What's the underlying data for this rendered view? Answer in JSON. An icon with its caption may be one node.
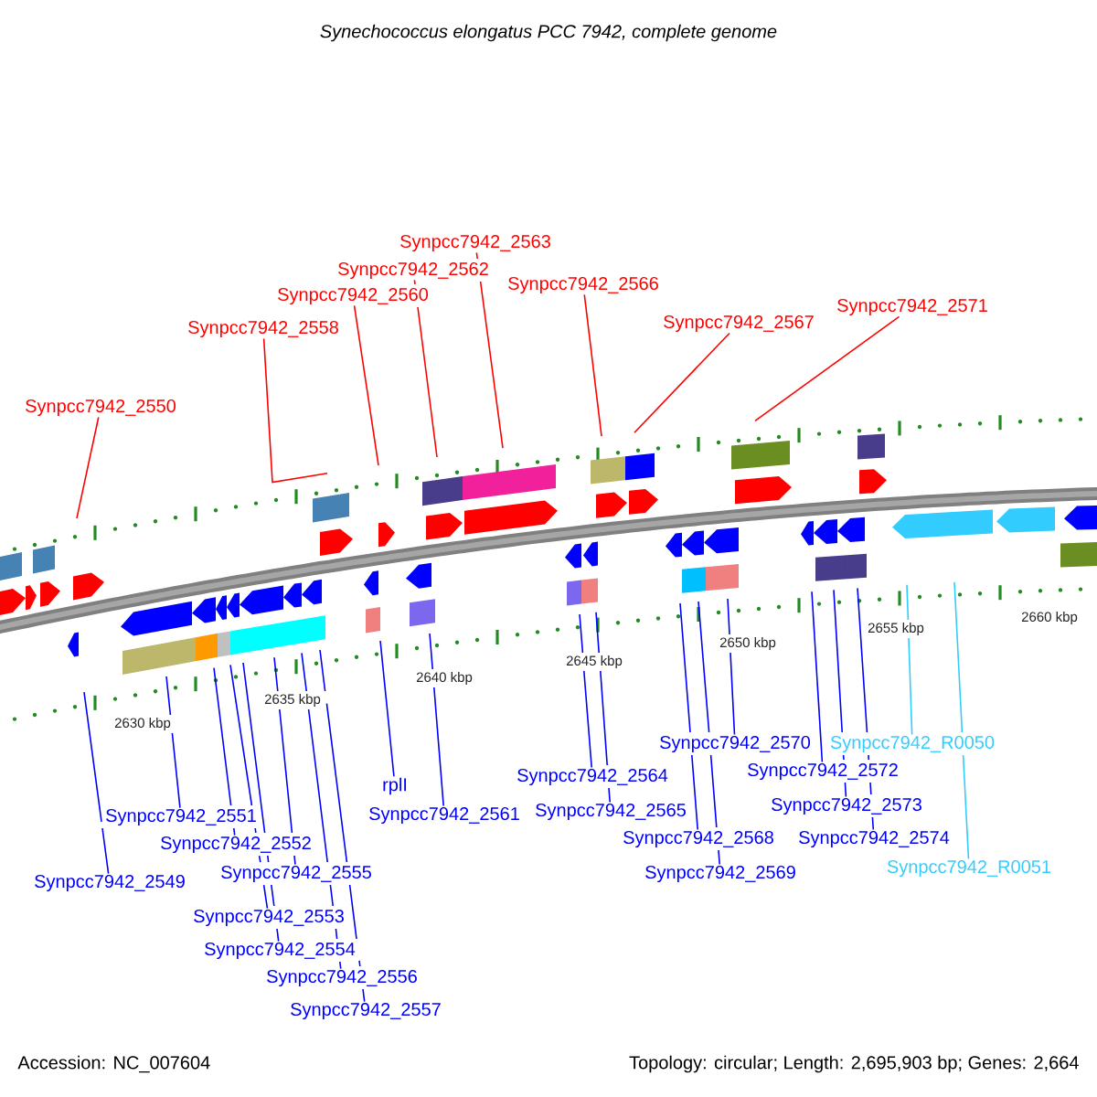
{
  "diagram": {
    "title": "*Synechococcus elongatus* PCC 7942, complete genome",
    "nodes": [
      {
        "text": [
          "Synpcc7942_2550"
        ]
      },
      {
        "text": [
          "Synpcc7942_2558"
        ]
      },
      {
        "text": [
          "Synpcc7942_2560"
        ]
      },
      {
        "text": [
          "Synpcc7942_2562"
        ]
      },
      {
        "text": [
          "Synpcc7942_2563"
        ]
      },
      {
        "text": [
          "Synpcc7942_2566"
        ]
      },
      {
        "text": [
          "Synpcc7942_2567"
        ]
      },
      {
        "text": [
          "Synpcc7942_2571"
        ]
      },
      {
        "text": [
          "Synpcc7942_2549"
        ]
      },
      {
        "text": [
          "Synpcc7942_2551"
        ]
      },
      {
        "text": [
          "Synpcc7942_2552"
        ]
      },
      {
        "text": [
          "Synpcc7942_2553"
        ]
      },
      {
        "text": [
          "Synpcc7942_2554"
        ]
      },
      {
        "text": [
          "Synpcc7942_2555"
        ]
      },
      {
        "text": [
          "Synpcc7942_2556"
        ]
      },
      {
        "text": [
          "Synpcc7942_2557"
        ]
      },
      {
        "text": [
          "rplI"
        ]
      },
      {
        "text": [
          "Synpcc7942_2561"
        ]
      },
      {
        "text": [
          "Synpcc7942_2564"
        ]
      },
      {
        "text": [
          "Synpcc7942_2565"
        ]
      },
      {
        "text": [
          "Synpcc7942_2568"
        ]
      },
      {
        "text": [
          "Synpcc7942_2569"
        ]
      },
      {
        "text": [
          "Synpcc7942_2570"
        ]
      },
      {
        "text": [
          "Synpcc7942_2572"
        ]
      },
      {
        "text": [
          "Synpcc7942_2573"
        ]
      },
      {
        "text": [
          "Synpcc7942_2574"
        ]
      },
      {
        "text": [
          "Synpcc7942_R0050"
        ]
      },
      {
        "text": [
          "Synpcc7942_R0051"
        ]
      }
    ],
    "edges": [
      {
        "from": 0,
        "to": null,
        "arrow": "none",
        "color": "#ff0000"
      },
      {
        "from": 1,
        "to": null,
        "arrow": "none",
        "color": "#ff0000"
      },
      {
        "from": 2,
        "to": null,
        "arrow": "none",
        "color": "#ff0000"
      },
      {
        "from": 3,
        "to": null,
        "arrow": "none",
        "color": "#ff0000"
      },
      {
        "from": 4,
        "to": null,
        "arrow": "none",
        "color": "#ff0000"
      },
      {
        "from": 5,
        "to": null,
        "arrow": "none",
        "color": "#ff0000"
      },
      {
        "from": 6,
        "to": null,
        "arrow": "none",
        "color": "#ff0000"
      },
      {
        "from": 7,
        "to": null,
        "arrow": "none",
        "color": "#ff0000"
      },
      {
        "from": 8,
        "to": null,
        "arrow": "none"
      },
      {
        "from": 9,
        "to": null,
        "arrow": "none"
      },
      {
        "from": 10,
        "to": null,
        "arrow": "none"
      },
      {
        "from": 11,
        "to": null,
        "arrow": "none"
      },
      {
        "from": 12,
        "to": null,
        "arrow": "none"
      },
      {
        "from": 13,
        "to": null,
        "arrow": "none"
      },
      {
        "from": 14,
        "to": null,
        "arrow": "none"
      },
      {
        "from": 15,
        "to": null,
        "arrow": "none"
      },
      {
        "from": 16,
        "to": null,
        "arrow": "none"
      },
      {
        "from": 17,
        "to": null,
        "arrow": "none"
      },
      {
        "from": 18,
        "to": null,
        "arrow": "none"
      },
      {
        "from": 19,
        "to": null,
        "arrow": "none"
      },
      {
        "from": 20,
        "to": null,
        "arrow": "none"
      },
      {
        "from": 21,
        "to": null,
        "arrow": "none"
      },
      {
        "from": 22,
        "to": null,
        "arrow": "none"
      },
      {
        "from": 23,
        "to": null,
        "arrow": "none"
      },
      {
        "from": 24,
        "to": null,
        "arrow": "none"
      },
      {
        "from": 25,
        "to": null,
        "arrow": "none"
      },
      {
        "from": 26,
        "to": null,
        "arrow": "none",
        "color": "#33ccff"
      },
      {
        "from": 27,
        "to": null,
        "arrow": "none",
        "color": "#33ccff"
      }
    ],
    "labels": [
      "2630 kbp",
      "2635 kbp",
      "2640 kbp",
      "2645 kbp",
      "2650 kbp",
      "2655 kbp",
      "2660 kbp",
      "Accession: NC_007604",
      "Topology: circular; Length: 2,695,903 bp; Genes: 2,664"
    ]
  }
}
